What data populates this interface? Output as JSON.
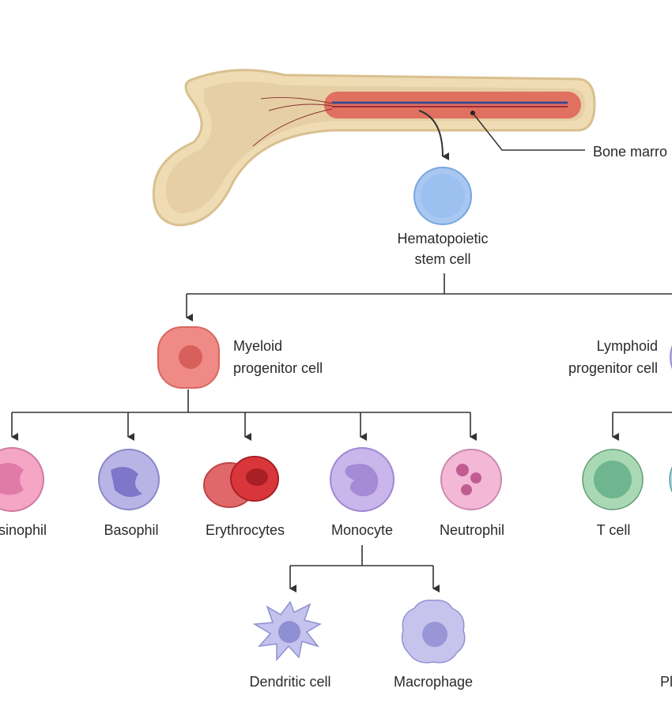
{
  "labels": {
    "bone_marrow": "Bone marro",
    "hsc_line1": "Hematopoietic",
    "hsc_line2": "stem cell",
    "myeloid_line1": "Myeloid",
    "myeloid_line2": "progenitor cell",
    "lymphoid_line1": "Lymphoid",
    "lymphoid_line2": "progenitor cell",
    "eosinophil": "sinophil",
    "basophil": "Basophil",
    "erythrocytes": "Erythrocytes",
    "monocyte": "Monocyte",
    "neutrophil": "Neutrophil",
    "t_cell": "T cell",
    "dendritic": "Dendritic cell",
    "macrophage": "Macrophage",
    "plasma_partial": "Pl"
  },
  "colors": {
    "bone": "#efdcb4",
    "marrow": "#e0705f",
    "stem_cell": "#a8c8f2",
    "myeloid": "#f08a86",
    "lymphoid": "#c8bde8",
    "eosinophil": "#f4a6c4",
    "basophil": "#b9b4e6",
    "erythrocyte": "#d9363c",
    "monocyte": "#c9b6ea",
    "neutrophil": "#f3b8d6",
    "t_cell": "#a9d9b4",
    "dendritic": "#c3c3ee",
    "macrophage": "#c6c4ec",
    "line": "#333333"
  }
}
